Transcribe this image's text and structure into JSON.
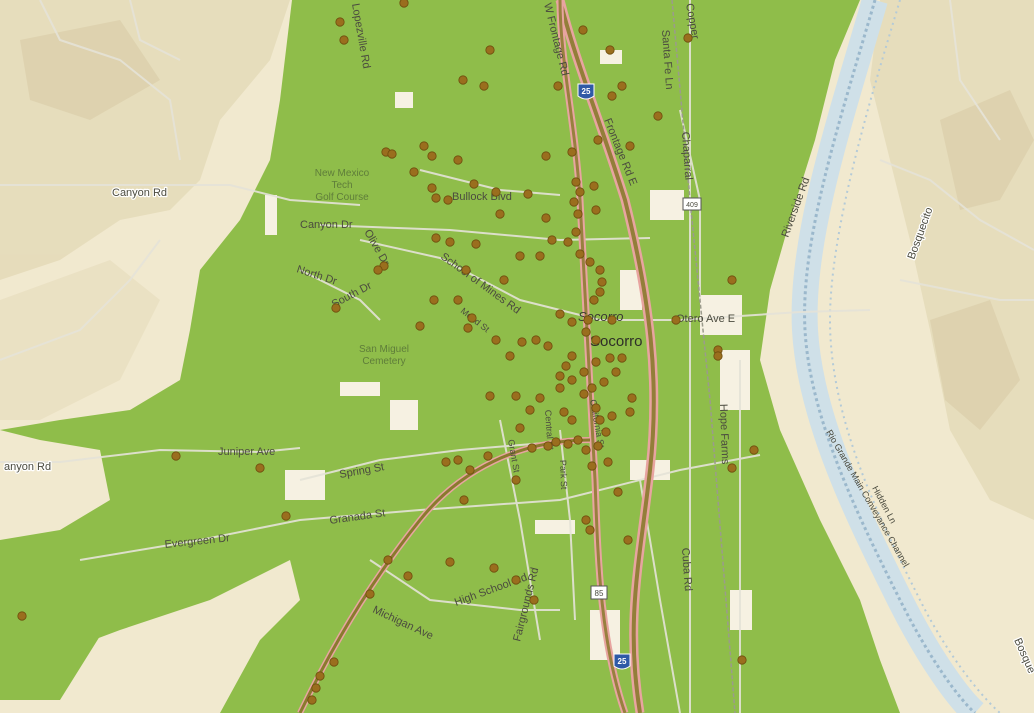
{
  "map": {
    "colors": {
      "terrain": "#f1e9cf",
      "coverage": "#8fbd4a",
      "road_minor": "#e5e3d8",
      "interstate": "#e8a4a0",
      "highway_line": "#8a7a2e",
      "point_fill": "#9a6e1e",
      "point_stroke": "#6e4c0c",
      "river": "#9bb8cc"
    },
    "labels": {
      "canyon_rd_west": "Canyon Rd",
      "canyon_rd_sw": "anyon Rd",
      "canyon_dr": "Canyon Dr",
      "north_dr": "North Dr",
      "south_dr": "South Dr",
      "olive_dr": "Olive Dr",
      "school_of_mines_rd": "School of Mines Rd",
      "bullock_blvd": "Bullock Blvd",
      "golf_course_1": "New Mexico",
      "golf_course_2": "Tech",
      "golf_course_3": "Golf Course",
      "cemetery_1": "San Miguel",
      "cemetery_2": "Cemetery",
      "juniper_ave": "Juniper Ave",
      "spring_st": "Spring St",
      "granada_st": "Granada St",
      "evergreen_dr": "Evergreen Dr",
      "michigan_ave": "Michigan Ave",
      "high_school_rd": "High School Rd",
      "fairgrounds_rd": "Fairgrounds Rd",
      "cuba_rd": "Cuba Rd",
      "hope_farms": "Hope Farms",
      "chaparral": "Chaparral",
      "santa_fe_ln": "Santa Fe Ln",
      "frontage_rd_e": "Frontage Rd E",
      "w_frontage_rd": "W Frontage Rd",
      "lopezville_rd": "Lopezville Rd",
      "copper": "Copper",
      "socorro_small": "Socorro",
      "socorro_big": "Socorro",
      "otero_ave_e": "Otero Ave E",
      "riverside_rd": "Riverside Rd",
      "bosquecito": "Bosquecito",
      "bosque": "Bosque",
      "conveyance_channel": "Rio Grande Main Conveyance Channel",
      "hidden_ln": "Hidden Ln",
      "grant_st": "Grant St",
      "park_st": "Park St",
      "central_st": "Central St",
      "california_st": "California St",
      "mead_st": "Mead St",
      "shield_i25_north": "25",
      "shield_i25_south": "25",
      "shield_us85": "85",
      "shield_409": "409"
    }
  }
}
